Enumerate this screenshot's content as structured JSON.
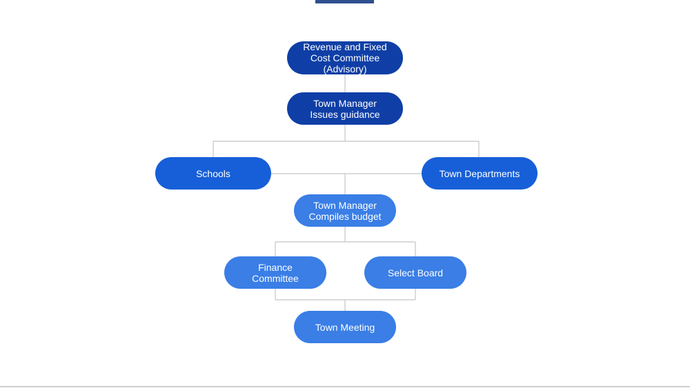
{
  "diagram": {
    "nodes": {
      "revenue_committee": "Revenue and Fixed\nCost Committee\n(Advisory)",
      "manager_guidance": "Town Manager\nIssues guidance",
      "schools": "Schools",
      "town_departments": "Town Departments",
      "manager_compiles": "Town Manager\nCompiles budget",
      "finance_committee": "Finance\nCommittee",
      "select_board": "Select Board",
      "town_meeting": "Town Meeting"
    },
    "colors": {
      "dark_node": "#0f3fa6",
      "mid_node": "#175fd8",
      "light_node": "#3a7ee6",
      "connector": "#c4c4c4",
      "accent_tab": "#2f4f8f"
    }
  }
}
